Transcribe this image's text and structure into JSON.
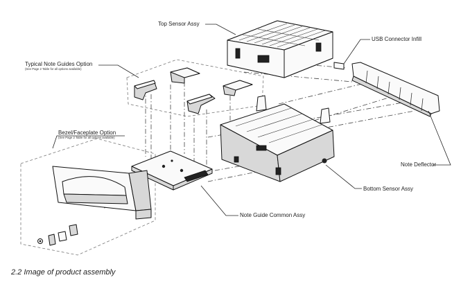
{
  "labels": {
    "top_sensor": "Top Sensor Assy",
    "usb_connector": "USB Connector Infill",
    "note_guides_title": "Typical Note Guides Option",
    "note_guides_sub": "(See Page 2 Table for all options available)",
    "bezel_title": "Bezel/Faceplate Option",
    "bezel_sub": "(See Page 2 Table for all options available)",
    "note_deflector": "Note Deflector",
    "bottom_sensor": "Bottom Sensor Assy",
    "note_guide_common": "Note Guide Common Assy"
  },
  "caption": "2.2 Image of product assembly"
}
